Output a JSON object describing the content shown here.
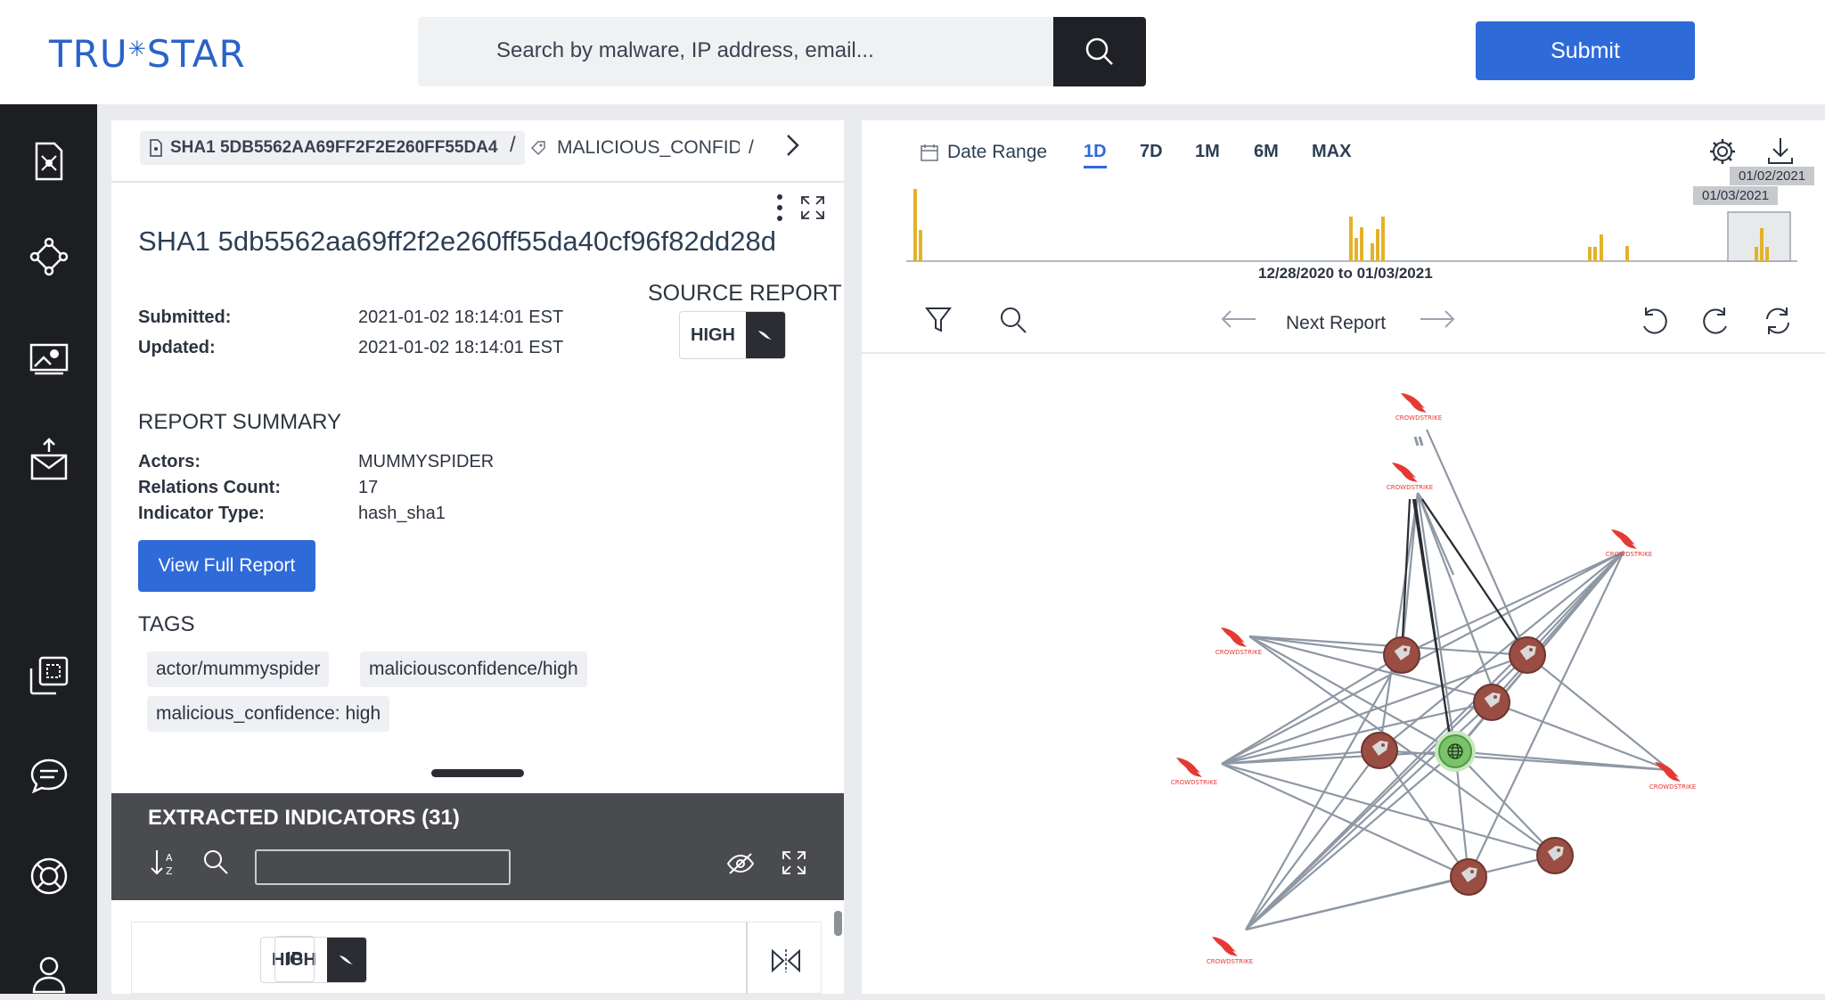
{
  "brand": {
    "logo_text": "TRU",
    "logo_star": "✳",
    "logo_text2": "STAR"
  },
  "search": {
    "placeholder": "Search by malware, IP address, email..."
  },
  "header": {
    "submit_label": "Submit"
  },
  "sidebar": {
    "items": [
      {
        "name": "reports-icon"
      },
      {
        "name": "graph-nodes-icon"
      },
      {
        "name": "dashboard-icon"
      },
      {
        "name": "mail-submit-icon"
      },
      {
        "name": "enclaves-icon"
      },
      {
        "name": "chat-icon"
      },
      {
        "name": "help-lifebuoy-icon"
      },
      {
        "name": "user-profile-icon"
      }
    ]
  },
  "breadcrumb": {
    "item1": "SHA1 5DB5562AA69FF2F2E260FF55DA4",
    "item2": "MALICIOUS_CONFIDE",
    "sep": "/"
  },
  "report": {
    "title": "SHA1 5db5562aa69ff2f2e260ff55da40cf96f82dd28d",
    "submitted_label": "Submitted:",
    "submitted_value": "2021-01-02 18:14:01 EST",
    "updated_label": "Updated:",
    "updated_value": "2021-01-02 18:14:01 EST",
    "source_report_label": "SOURCE REPORT",
    "source_badge": "HIGH",
    "summary_heading": "REPORT SUMMARY",
    "actors_label": "Actors:",
    "actors_value": "MUMMYSPIDER",
    "relations_label": "Relations Count:",
    "relations_value": "17",
    "indicator_type_label": "Indicator Type:",
    "indicator_type_value": "hash_sha1",
    "view_full_label": "View Full Report",
    "tags_heading": "TAGS",
    "tags": [
      "actor/mummyspider",
      "maliciousconfidence/high",
      "malicious_confidence: high"
    ]
  },
  "extracted": {
    "label": "EXTRACTED INDICATORS (31)",
    "first_item": {
      "badge": "HIGH",
      "type": "IP"
    }
  },
  "timeline": {
    "date_range_label": "Date Range",
    "ranges": [
      "1D",
      "7D",
      "1M",
      "6M",
      "MAX"
    ],
    "selected": "1D",
    "span_label": "12/28/2020 to 01/03/2021",
    "marker1": "01/02/2021",
    "marker2": "01/03/2021",
    "next_report_label": "Next Report"
  },
  "colors": {
    "accent": "#2f6ad9",
    "bar": "#e2b22a",
    "dark": "#1c1e22",
    "tag_node": "#9a4d43",
    "ip_node": "#7ac36a"
  },
  "graph": {
    "source_label": "CROWDSTRIKE"
  }
}
